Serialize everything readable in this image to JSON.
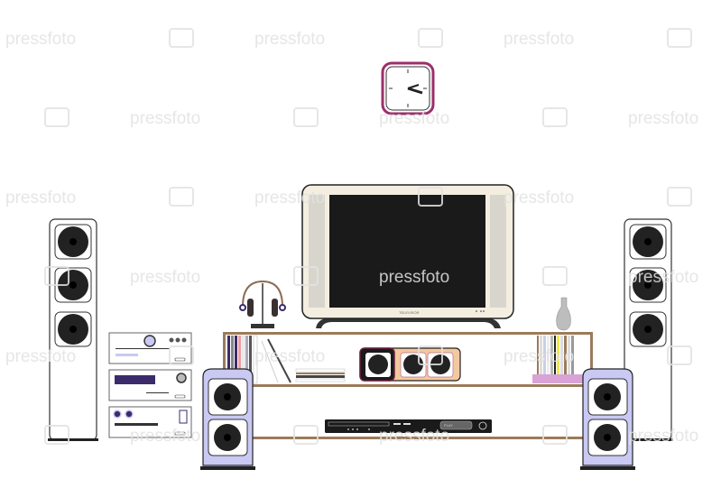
{
  "watermark": {
    "text": "pressfoto"
  },
  "tv": {
    "brand_label": "TELEVISOR"
  },
  "dvd": {
    "display_text": "PLAY"
  },
  "colors": {
    "shelf": "#9b7b5b",
    "tv_body": "#f3eee0",
    "speaker_lavender": "#c9c9f4",
    "clock_border": "#9c2f6a",
    "center_speaker_accent": "#f4c89e",
    "cd_base": "#d9a3d6",
    "receiver_purple": "#3b2b6b"
  }
}
